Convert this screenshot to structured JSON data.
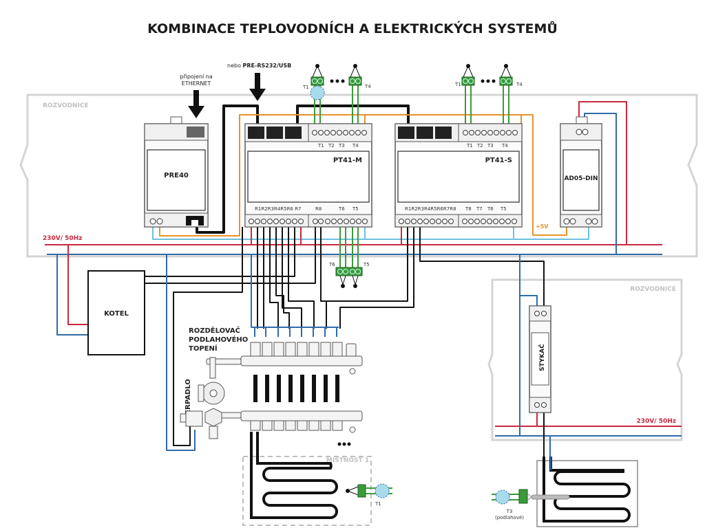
{
  "title": "KOMBINACE TEPLOVODNÍCH A ELEKTRICKÝCH SYSTEMŮ",
  "annotations": {
    "ethernet_line1": "připojení na",
    "ethernet_line2": "ETHERNET",
    "rs232_prefix": "nebo ",
    "rs232_name": "PRE-RS232/USB"
  },
  "panels": {
    "main": "ROZVODNICE",
    "secondary": "ROZVODNICE"
  },
  "power": {
    "main_label": "230V/ 50Hz",
    "secondary_label": "230V/ 50Hz",
    "plus5v": "+5V"
  },
  "devices": {
    "pre40": "PRE40",
    "pt41m": "PT41-M",
    "pt41s": "PT41-S",
    "ad05": "AD05-DIN",
    "kotel": "KOTEL",
    "stykac": "STYKAČ"
  },
  "pt41m_terminals": {
    "top": [
      "T1",
      "T2",
      "T3",
      "T4"
    ],
    "bottom_left": "R1R2R3R4R5R6  R7",
    "bottom_r8": "R8",
    "bottom_right": [
      "T6",
      "T5"
    ]
  },
  "pt41s_terminals": {
    "top": [
      "T1",
      "T2",
      "T3",
      "T4"
    ],
    "bottom_left": "R1R2R3R4R5R6R7R8",
    "bottom_right": [
      "T8",
      "T7",
      "T6",
      "T5"
    ]
  },
  "sensors": {
    "m_t1": "T1",
    "m_t4": "T4",
    "s_t1": "T1",
    "s_t4": "T4",
    "t6": "T6",
    "t5": "T5",
    "room_t1": "T1",
    "floor_t3": "T3",
    "floor_t3_note": "(podlahové)"
  },
  "manifold": {
    "label_line1": "ROZDĚLOVAČ",
    "label_line2": "PODLAHOVÉHO",
    "label_line3": "TOPENÍ",
    "pump": "ČERPADLO",
    "loops": 8
  },
  "room": {
    "label": "MÍSTNOST 1"
  },
  "colors": {
    "phase": "#c8283c",
    "neutral": "#2e6aa8",
    "light_blue": "#6cc0e0",
    "orange": "#e8922a",
    "green": "#3a9a3a",
    "sensor_fill": "#a8dcec",
    "panel_border": "#d0d0d0"
  }
}
